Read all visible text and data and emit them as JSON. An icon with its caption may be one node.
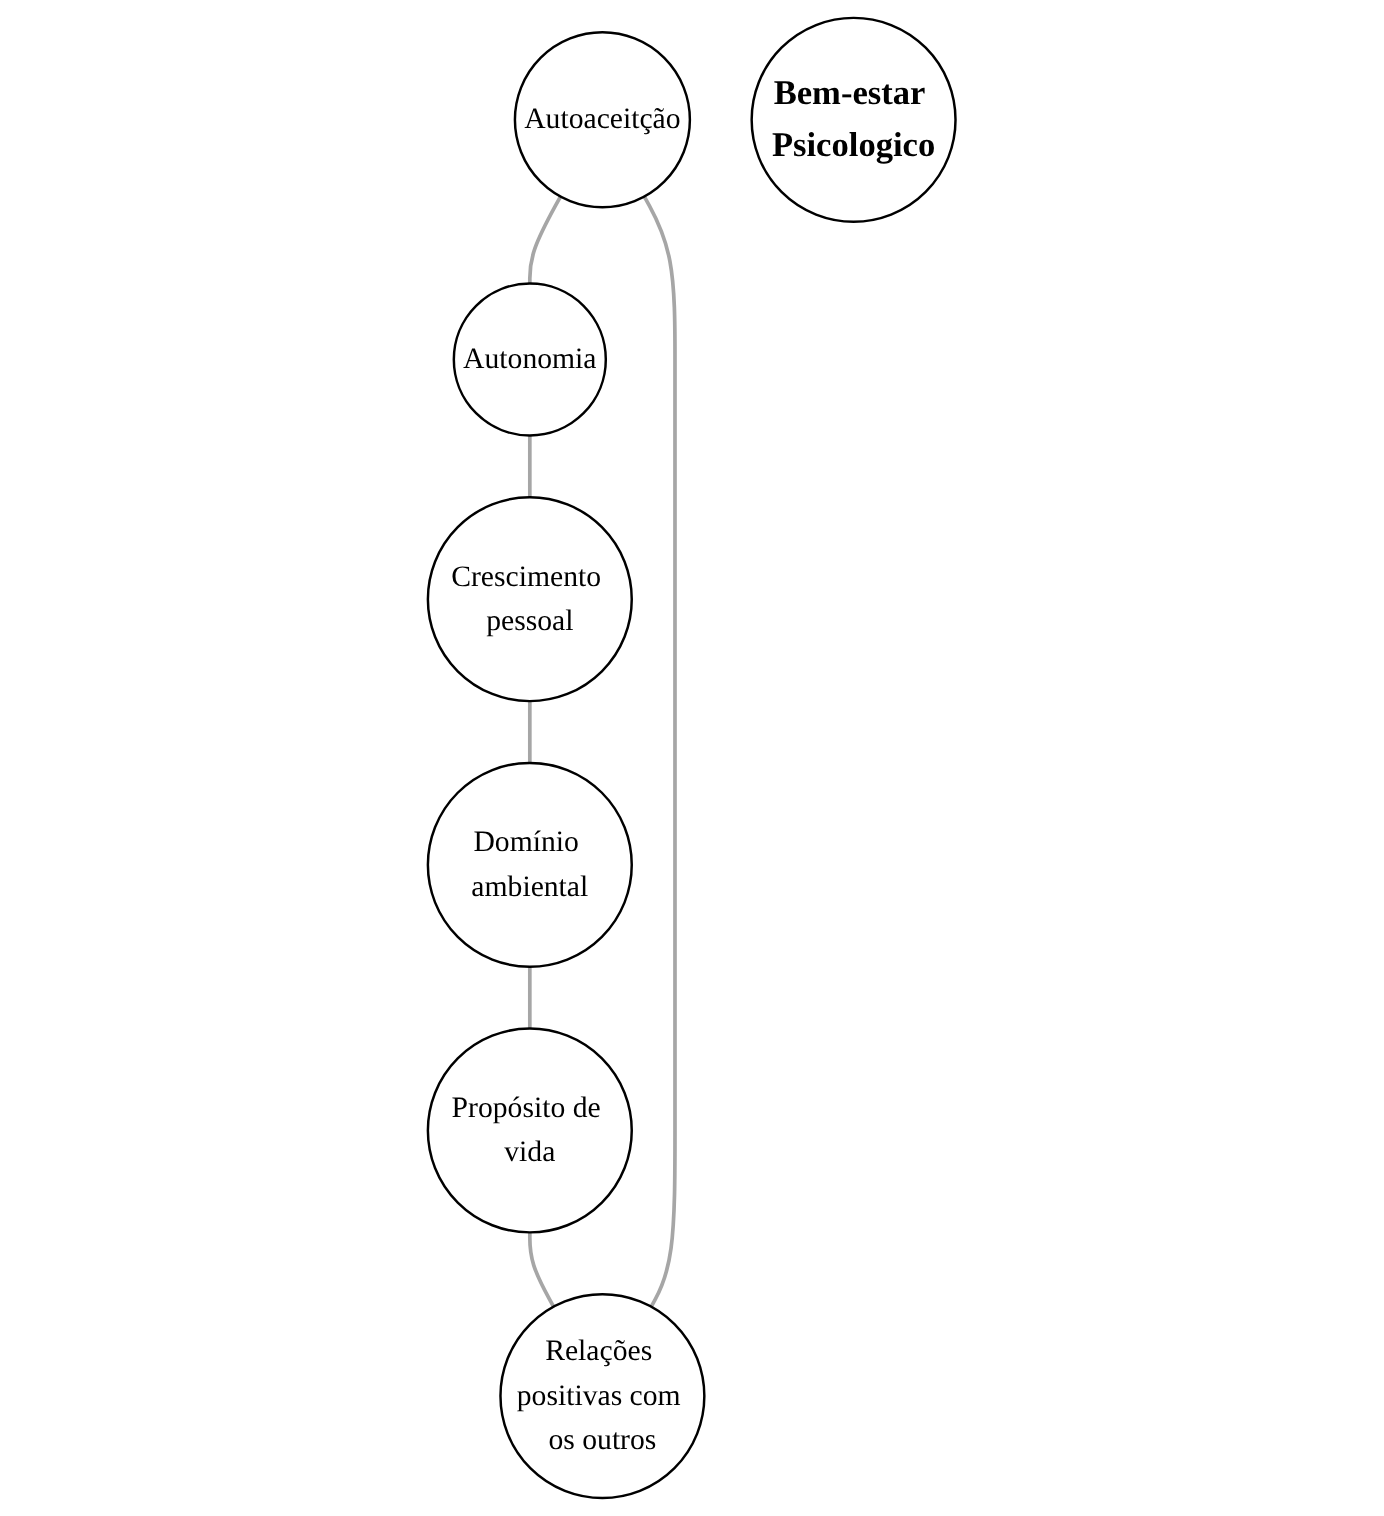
{
  "diagram": {
    "nodes": [
      {
        "text": [
          "Autoaceitção"
        ]
      },
      {
        "text": [
          "Relações positivas com os outros"
        ]
      },
      {
        "text": [
          "Autonomia"
        ]
      },
      {
        "text": [
          "Bem-estar Psicologico"
        ]
      },
      {
        "text": [
          "Propósito de vida"
        ]
      },
      {
        "text": [
          "Crescimento pessoal"
        ]
      },
      {
        "text": [
          "Domínio ambiental"
        ]
      }
    ],
    "edges": [
      {
        "from": 0,
        "to": 2,
        "arrow": "none"
      },
      {
        "from": 2,
        "to": 5,
        "arrow": "none"
      },
      {
        "from": 5,
        "to": 6,
        "arrow": "none"
      },
      {
        "from": 6,
        "to": 4,
        "arrow": "none"
      },
      {
        "from": 4,
        "to": 1,
        "arrow": "none"
      },
      {
        "from": 1,
        "to": 0,
        "arrow": "none"
      }
    ]
  }
}
